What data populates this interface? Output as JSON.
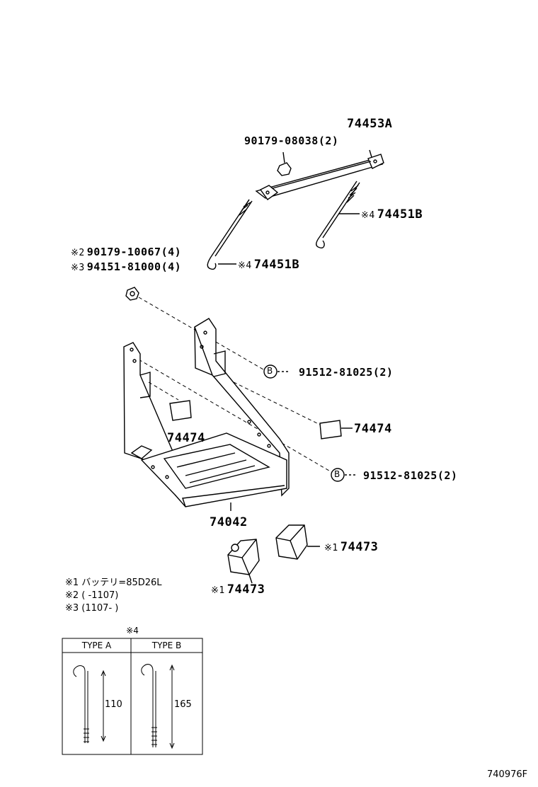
{
  "parts": {
    "clamp_top": "74453A",
    "nut_a": "90179-08038",
    "nut_a_qty": "(2)",
    "rod_right": "74451B",
    "rod_right_mark": "※4",
    "nut_b": "90179-10067",
    "nut_b_qty": "(4)",
    "nut_b_mark": "※2",
    "nut_c": "94151-81000",
    "nut_c_qty": "(4)",
    "nut_c_mark": "※3",
    "rod_left": "74451B",
    "rod_left_mark": "※4",
    "bolt_upper": "91512-81025",
    "bolt_upper_qty": "(2)",
    "bolt_lower": "91512-81025",
    "bolt_lower_qty": "(2)",
    "pad_left": "74474",
    "pad_right": "74474",
    "tray": "74042",
    "block_right": "74473",
    "block_right_mark": "※1",
    "block_left": "74473",
    "block_left_mark": "※1",
    "circle_letter": "B"
  },
  "notes": [
    "※1 バッテリ=85D26L",
    "※2 (      -1107)",
    "※3 (1107-      )"
  ],
  "table": {
    "title": "※4",
    "col_a": "TYPE A",
    "col_b": "TYPE B",
    "dim_a": "110",
    "dim_b": "165"
  },
  "diagram_code": "740976F"
}
